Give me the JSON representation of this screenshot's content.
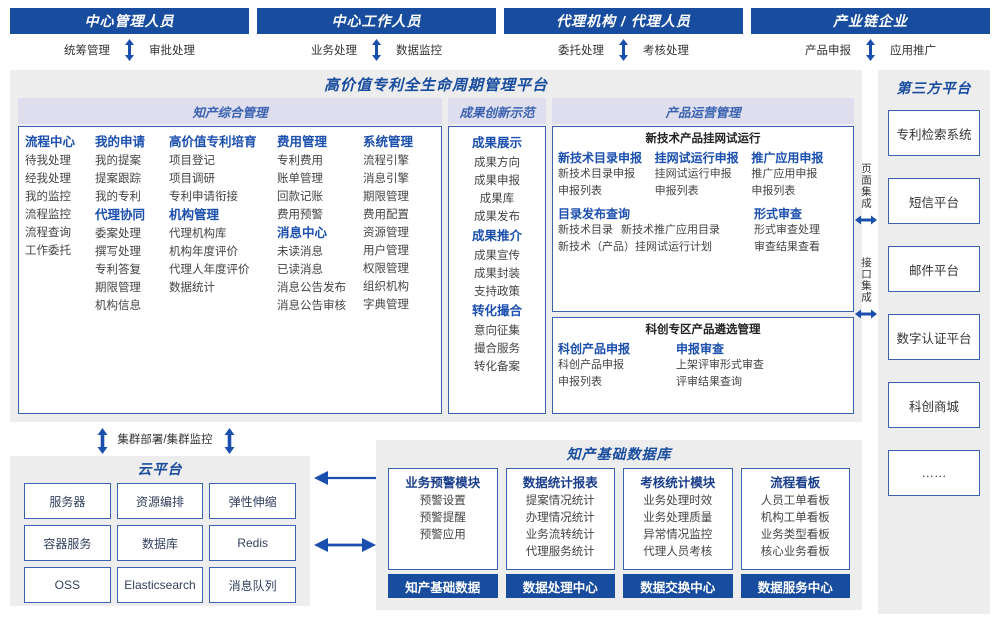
{
  "actors": [
    {
      "label": "中心管理人员",
      "flows": [
        "统筹管理",
        "审批处理"
      ]
    },
    {
      "label": "中心工作人员",
      "flows": [
        "业务处理",
        "数据监控"
      ]
    },
    {
      "label": "代理机构 / 代理人员",
      "flows": [
        "委托处理",
        "考核处理"
      ]
    },
    {
      "label": "产业链企业",
      "flows": [
        "产品申报",
        "应用推广"
      ]
    }
  ],
  "platform": {
    "title": "高价值专利全生命周期管理平台",
    "sections": {
      "zhichan": {
        "header": "知产综合管理",
        "columns": [
          {
            "groups": [
              {
                "title": "流程中心",
                "items": [
                  "待我处理",
                  "经我处理",
                  "我的监控",
                  "流程监控",
                  "流程查询",
                  "工作委托"
                ]
              }
            ]
          },
          {
            "groups": [
              {
                "title": "我的申请",
                "items": [
                  "我的提案",
                  "提案跟踪",
                  "我的专利"
                ]
              },
              {
                "title": "代理协同",
                "items": [
                  "委案处理",
                  "撰写处理",
                  "专利答复",
                  "期限管理",
                  "机构信息"
                ]
              }
            ]
          },
          {
            "groups": [
              {
                "title": "高价值专利培育",
                "items": [
                  "项目登记",
                  "项目调研",
                  "专利申请衔接"
                ]
              },
              {
                "title": "机构管理",
                "items": [
                  "代理机构库",
                  "机构年度评价",
                  "代理人年度评价",
                  "数据统计"
                ]
              }
            ]
          },
          {
            "groups": [
              {
                "title": "费用管理",
                "items": [
                  "专利费用",
                  "账单管理",
                  "回款记账",
                  "费用预警"
                ]
              },
              {
                "title": "消息中心",
                "items": [
                  "未读消息",
                  "已读消息",
                  "消息公告发布",
                  "消息公告审核"
                ]
              }
            ]
          },
          {
            "groups": [
              {
                "title": "系统管理",
                "items": [
                  "流程引擎",
                  "消息引擎",
                  "期限管理",
                  "费用配置",
                  "资源管理",
                  "用户管理",
                  "权限管理",
                  "组织机构",
                  "字典管理"
                ]
              }
            ]
          }
        ]
      },
      "chengguo": {
        "header": "成果创新示范",
        "groups": [
          {
            "title": "成果展示",
            "items": [
              "成果方向",
              "成果申报",
              "成果库",
              "成果发布"
            ]
          },
          {
            "title": "成果推介",
            "items": [
              "成果宣传",
              "成果封装",
              "支持政策"
            ]
          },
          {
            "title": "转化撮合",
            "items": [
              "意向征集",
              "撮合服务",
              "转化备案"
            ]
          }
        ]
      },
      "chanpin": {
        "header": "产品运营管理",
        "box1": {
          "title": "新技术产品挂网试运行",
          "cols": [
            {
              "title": "新技术目录申报",
              "items": [
                "新技术目录申报",
                "申报列表"
              ]
            },
            {
              "title": "挂网试运行申报",
              "items": [
                "挂网试运行申报",
                "申报列表"
              ]
            },
            {
              "title": "推广应用申报",
              "items": [
                "推广应用申报",
                "申报列表"
              ]
            }
          ],
          "row2_left_title": "目录发布查询",
          "row2_left_items": [
            "新技术目录",
            "新技术推广应用目录",
            "新技术（产品）挂网试运行计划"
          ],
          "row2_right_title": "形式审查",
          "row2_right_items": [
            "形式审查处理",
            "审查结果查看"
          ]
        },
        "box2": {
          "title": "科创专区产品遴选管理",
          "cols": [
            {
              "title": "科创产品申报",
              "items": [
                "科创产品申报",
                "申报列表"
              ]
            },
            {
              "title": "申报审查",
              "items": [
                "上架评审形式审查",
                "评审结果查询"
              ]
            }
          ]
        }
      }
    }
  },
  "integration": {
    "page": "页面集成",
    "api": "接口集成"
  },
  "third_party": {
    "title": "第三方平台",
    "items": [
      "专利检索系统",
      "短信平台",
      "邮件平台",
      "数字认证平台",
      "科创商城",
      "……"
    ]
  },
  "cluster": {
    "label": "集群部署/集群监控"
  },
  "cloud": {
    "title": "云平台",
    "cells": [
      "服务器",
      "资源编排",
      "弹性伸缩",
      "容器服务",
      "数据库",
      "Redis",
      "OSS",
      "Elasticsearch",
      "消息队列"
    ]
  },
  "database": {
    "title": "知产基础数据库",
    "columns": [
      {
        "header": "业务预警模块",
        "items": [
          "预警设置",
          "预警提醒",
          "预警应用"
        ],
        "footer": "知产基础数据"
      },
      {
        "header": "数据统计报表",
        "items": [
          "提案情况统计",
          "办理情况统计",
          "业务流转统计",
          "代理服务统计"
        ],
        "footer": "数据处理中心"
      },
      {
        "header": "考核统计模块",
        "items": [
          "业务处理时效",
          "业务处理质量",
          "异常情况监控",
          "代理人员考核"
        ],
        "footer": "数据交换中心"
      },
      {
        "header": "流程看板",
        "items": [
          "人员工单看板",
          "机构工单看板",
          "业务类型看板",
          "核心业务看板"
        ],
        "footer": "数据服务中心"
      }
    ]
  },
  "colors": {
    "brand": "#184C9E",
    "accent": "#3A62B0",
    "head_bg": "#DEDEEF",
    "panel_bg": "#EDEDED"
  }
}
